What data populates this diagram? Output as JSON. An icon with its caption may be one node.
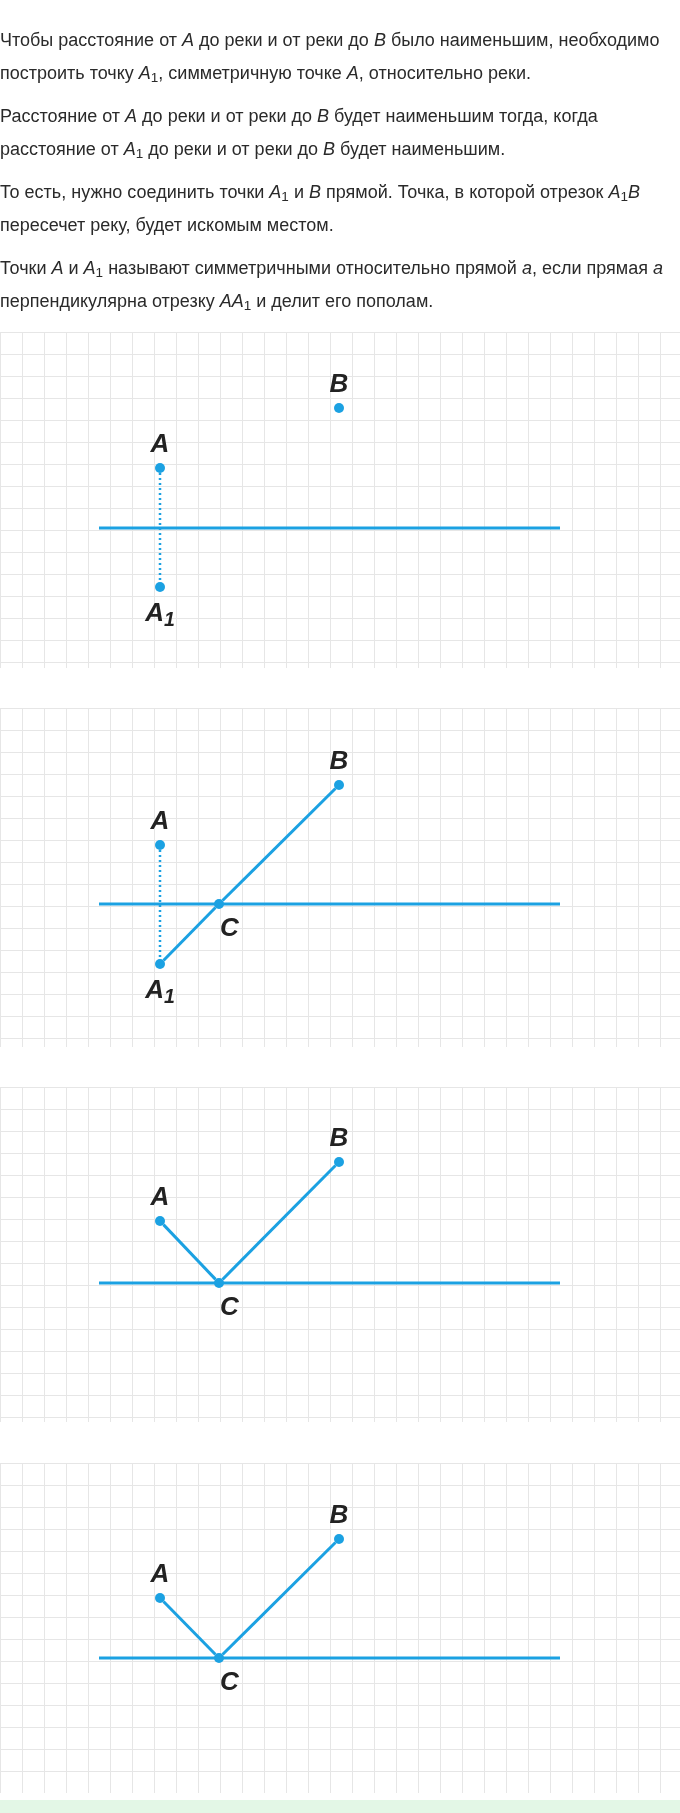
{
  "diagram": {
    "nodes": [
      {
        "text": [
          "B"
        ]
      },
      {
        "text": [
          "A"
        ]
      },
      {
        "text": [
          "A$_{1}$"
        ]
      },
      {
        "text": [
          "B"
        ]
      },
      {
        "text": [
          "A"
        ]
      },
      {
        "text": [
          "C"
        ]
      },
      {
        "text": [
          "A$_{1}$"
        ]
      },
      {
        "text": [
          "B"
        ]
      },
      {
        "text": [
          "A"
        ]
      },
      {
        "text": [
          "C"
        ]
      },
      {
        "text": [
          "B"
        ]
      },
      {
        "text": [
          "A"
        ]
      },
      {
        "text": [
          "C"
        ]
      }
    ],
    "edges": [
      {
        "from": 1,
        "to": 2,
        "arrow": "none",
        "style": "dashed"
      },
      {
        "from": 4,
        "to": 6,
        "arrow": "none",
        "style": "dashed"
      },
      {
        "from": 6,
        "to": 5,
        "arrow": "none"
      },
      {
        "from": 5,
        "to": 3,
        "arrow": "none"
      },
      {
        "from": 8,
        "to": 9,
        "arrow": "none"
      },
      {
        "from": 9,
        "to": 7,
        "arrow": "none"
      },
      {
        "from": 11,
        "to": 12,
        "arrow": "none"
      },
      {
        "from": 12,
        "to": 10,
        "arrow": "none"
      }
    ],
    "labels": [
      "Чтобы расстояние от *A* до реки и от реки до *B* было наименьшим, необходимо построить точку *A*$_{1}$, симметричную точке *A*, относительно реки.",
      "Расстояние от *A* до реки и от реки до *B* будет наименьшим тогда, когда расстояние от *A*$_{1}$ до реки и от реки до *B* будет наименьшим.",
      "То есть, нужно соединить точки *A*$_{1}$ и *B* прямой. Точка, в которой отрезок *A*$_{1}$*B* пересечет реку, будет искомым местом.",
      "Точки *A* и *A*$_{1}$ называют симметричными относительно прямой *a*, если прямая *a* перпендикулярна отрезку *AA*$_{1}$ и делит его пополам."
    ]
  }
}
